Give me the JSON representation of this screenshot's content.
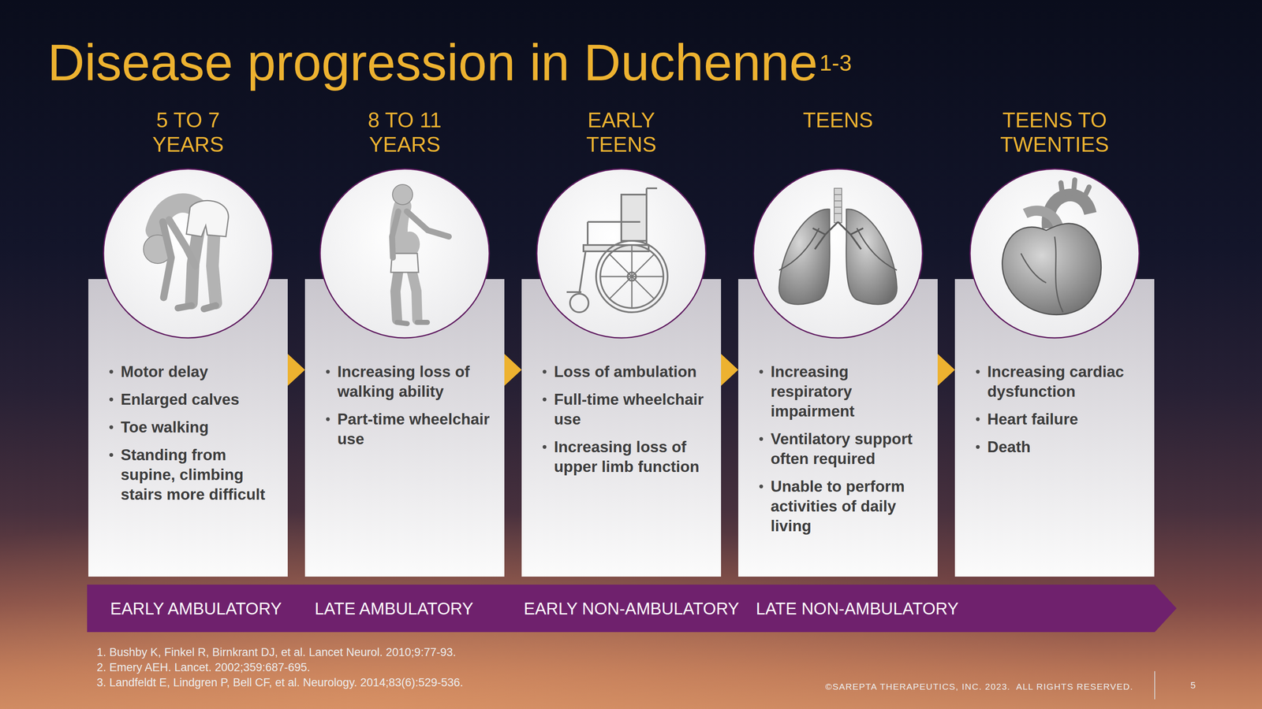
{
  "diagram": {
    "title": "Disease progression in Duchenne",
    "nodes": [
      {
        "text": [
          "5 TO 7 YEARS",
          "Motor delay",
          "Enlarged calves",
          "Toe walking",
          "Standing from supine, climbing stairs more difficult"
        ]
      },
      {
        "text": [
          "8 TO 11 YEARS",
          "Increasing loss of walking ability",
          "Part-time wheelchair use"
        ]
      },
      {
        "text": [
          "EARLY TEENS",
          "Loss of ambulation",
          "Full-time wheelchair use",
          "Increasing loss of upper limb function"
        ]
      },
      {
        "text": [
          "TEENS",
          "Increasing respiratory impairment",
          "Ventilatory support often required",
          "Unable to perform activities of daily living"
        ]
      },
      {
        "text": [
          "TEENS TO TWENTIES",
          "Increasing cardiac dysfunction",
          "Heart failure",
          "Death"
        ]
      },
      {
        "text": [
          "EARLY AMBULATORY",
          "LATE AMBULATORY",
          "EARLY NON-AMBULATORY",
          "LATE NON-AMBULATORY"
        ]
      }
    ],
    "edges": [
      {
        "from": 0,
        "to": 1,
        "arrow": "to"
      },
      {
        "from": 1,
        "to": 2,
        "arrow": "to"
      },
      {
        "from": 2,
        "to": 3,
        "arrow": "to"
      },
      {
        "from": 3,
        "to": 4,
        "arrow": "to"
      }
    ],
    "labels": [
      "1-3",
      "1. Bushby K, Finkel R, Birnkrant DJ, et al. Lancet Neurol. 2010;9:77-93.",
      "2. Emery AEH. Lancet. 2002;359:687-695.",
      "3. Landfeldt E, Lindgren P, Bell CF, et al. Neurology. 2014;83(6):529-536.",
      "©SAREPTA THERAPEUTICS, INC. 2023.  ALL RIGHTS RESERVED.",
      "5"
    ]
  }
}
